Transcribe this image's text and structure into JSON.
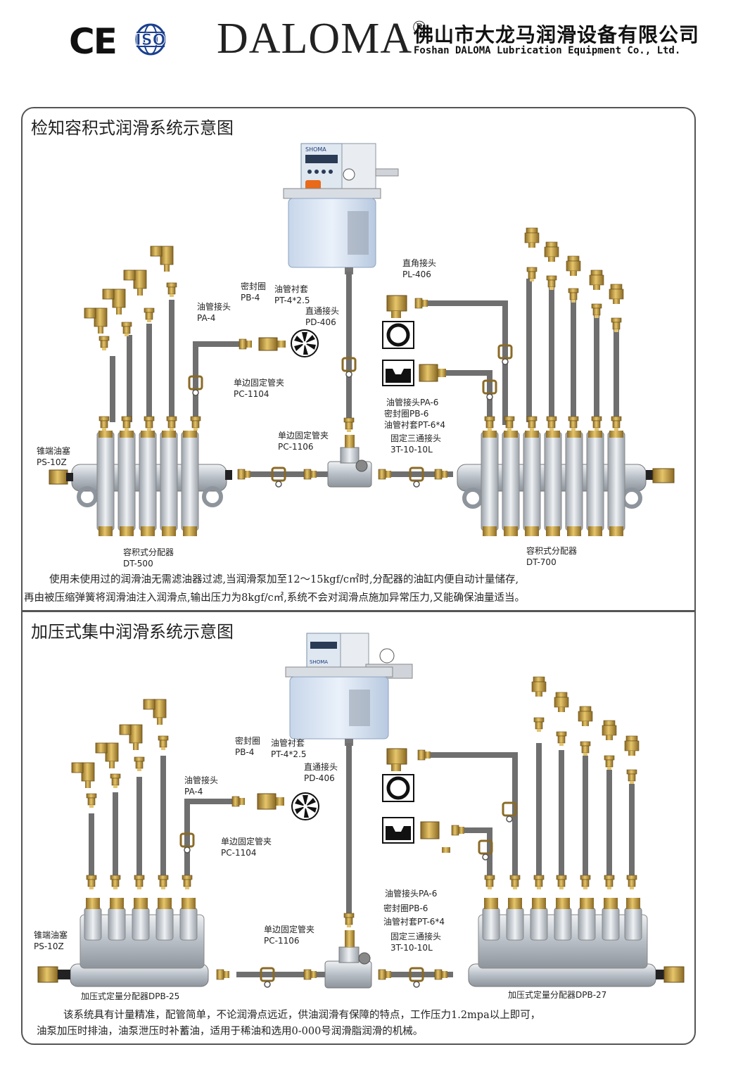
{
  "header": {
    "ce_mark": "CE",
    "iso_mark": "ISO",
    "brand": "DALOMA",
    "brand_reg": "®",
    "company_cn": "佛山市大龙马润滑设备有限公司",
    "company_en": "Foshan DALOMA Lubrication Equipment Co., Ltd."
  },
  "panel1": {
    "title": "检知容积式润滑系统示意图",
    "pump_brand": "SHOMA",
    "labels": {
      "pa4_name": "油管接头",
      "pa4_code": "PA-4",
      "pb4_name": "密封圈",
      "pb4_code": "PB-4",
      "pt4_name": "油管衬套",
      "pt4_code": "PT-4*2.5",
      "pd406_name": "直通接头",
      "pd406_code": "PD-406",
      "pc1104_name": "单边固定管夹",
      "pc1104_code": "PC-1104",
      "pl406_name": "直角接头",
      "pl406_code": "PL-406",
      "pa6": "油管接头PA-6",
      "pb6": "密封圈PB-6",
      "pt6": "油管衬套PT-6*4",
      "tee_name": "固定三通接头",
      "tee_code": "3T-10-10L",
      "pc1106_name": "单边固定管夹",
      "pc1106_code": "PC-1106",
      "ps10z_name": "锥端油塞",
      "ps10z_code": "PS-10Z",
      "left_dist_name": "容积式分配器",
      "left_dist_code": "DT-500",
      "right_dist_name": "容积式分配器",
      "right_dist_code": "DT-700"
    },
    "description": [
      "使用未使用过的润滑油无需滤油器过滤,当润滑泵加至12～15kgf/c㎡时,分配器的油缸内便自动计量储存,",
      "再由被压缩弹簧将润滑油注入润滑点,输出压力为8kgf/c㎡,系统不会对润滑点施加异常压力,又能确保油量适当。"
    ]
  },
  "panel2": {
    "title": "加压式集中润滑系统示意图",
    "pump_brand": "SHOMA",
    "labels": {
      "pb4_name": "密封圈",
      "pb4_code": "PB-4",
      "pt4_name": "油管衬套",
      "pt4_code": "PT-4*2.5",
      "pd406_name": "直通接头",
      "pd406_code": "PD-406",
      "pa4_name": "油管接头",
      "pa4_code": "PA-4",
      "pc1104_name": "单边固定管夹",
      "pc1104_code": "PC-1104",
      "pa6": "油管接头PA-6",
      "pb6": "密封圈PB-6",
      "pt6": "油管衬套PT-6*4",
      "tee_name": "固定三通接头",
      "tee_code": "3T-10-10L",
      "pc1106_name": "单边固定管夹",
      "pc1106_code": "PC-1106",
      "ps10z_name": "锥端油塞",
      "ps10z_code": "PS-10Z",
      "left_dist": "加压式定量分配器DPB-25",
      "right_dist": "加压式定量分配器DPB-27"
    },
    "description": [
      "该系统具有计量精准，配管简单，不论润滑点远近，供油润滑有保障的特点，工作压力1.2mpa以上即可，",
      "油泵加压时排油，油泵泄压时补蓄油，适用于稀油和选用0-000号润滑脂润滑的机械。"
    ]
  },
  "colors": {
    "pipe": "#6f6f6f",
    "brass": "#c9a24a",
    "metal": "#b9c0c8",
    "panel_border": "#555555"
  }
}
